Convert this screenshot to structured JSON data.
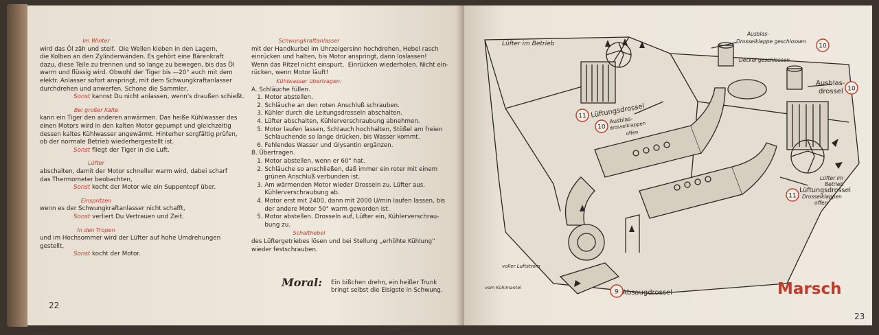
{
  "left_page": {
    "page_number": "22",
    "col1": [
      {
        "type": "head",
        "text": "Im Winter"
      },
      {
        "type": "line",
        "text": "wird das Öl zäh und steif.  Die Wellen kleben in den Lagern,"
      },
      {
        "type": "line",
        "text": "die Kolben an den Zylinderwänden. Es gehört eine Bärenkraft"
      },
      {
        "type": "line",
        "text": "dazu, diese Teile zu trennen und so lange zu bewegen, bis das Öl"
      },
      {
        "type": "line",
        "text": "warm und flüssig wird. Obwohl der Tiger bis —20° auch mit dem"
      },
      {
        "type": "line",
        "text": "elektr. Anlasser sofort anspringt, mit dem Schwungkraftanlasser"
      },
      {
        "type": "line",
        "text": "durchdrehen und anwerfen. Schone die Sammler,"
      },
      {
        "type": "sonst",
        "prefix": "Sonst",
        "text": "kannst Du nicht anlassen, wenn's draußen schießt."
      },
      {
        "type": "head",
        "text": "Bei großer Kälte"
      },
      {
        "type": "line",
        "text": "kann ein Tiger den anderen anwärmen. Das heiße Kühlwasser des"
      },
      {
        "type": "line",
        "text": "einen Motors wird in den kalten Motor gepumpt und gleichzeitig"
      },
      {
        "type": "line",
        "text": "dessen kaltes Kühlwasser angewärmt. Hinterher sorgfältig prüfen,"
      },
      {
        "type": "line",
        "text": "ob der normale Betrieb wiederhergestellt ist."
      },
      {
        "type": "sonst",
        "prefix": "Sonst",
        "text": "fliegt der Tiger in die Luft."
      },
      {
        "type": "head",
        "text": "Lüfter"
      },
      {
        "type": "line",
        "text": "abschalten, damit der Motor schneller warm wird, dabei scharf"
      },
      {
        "type": "line",
        "text": "das Thermometer beobachten,"
      },
      {
        "type": "sonst",
        "prefix": "Sonst",
        "text": "kocht der Motor wie ein Suppentopf über."
      },
      {
        "type": "head",
        "text": "Einspritzen"
      },
      {
        "type": "line",
        "text": "wenn es der Schwungkraftanlasser nicht schafft,"
      },
      {
        "type": "sonst",
        "prefix": "Sonst",
        "text": "verliert Du Vertrauen und Zeit."
      },
      {
        "type": "head",
        "text": "In den Tropen"
      },
      {
        "type": "line",
        "text": "und im Hochsommer wird der Lüfter auf hohe Umdrehungen"
      },
      {
        "type": "line",
        "text": "gestellt,"
      },
      {
        "type": "sonst",
        "prefix": "Sonst",
        "text": "kocht der Motor."
      }
    ],
    "col2": [
      {
        "type": "head",
        "text": "Schwungkraftanlasser"
      },
      {
        "type": "line",
        "text": "mit der Handkurbel im Uhrzeigersinn hochdrehen, Hebel rasch"
      },
      {
        "type": "line",
        "text": "einrücken und halten, bis Motor anspringt, dann loslassen!"
      },
      {
        "type": "line",
        "text": "Wenn das Ritzel nicht einspurt,  Einrücken wiederholen. Nicht ein-"
      },
      {
        "type": "line",
        "text": "rücken, wenn Motor läuft!"
      },
      {
        "type": "head",
        "text": "Kühlwasser übertragen:"
      },
      {
        "type": "line",
        "text": "A. Schläuche füllen."
      },
      {
        "type": "line",
        "text": "   1. Motor abstellen."
      },
      {
        "type": "line",
        "text": "   2. Schläuche an den roten Anschluß schrauben."
      },
      {
        "type": "line",
        "text": "   3. Kühler durch die Leitungsdrosseln abschalten."
      },
      {
        "type": "line",
        "text": "   4. Lüfter abschalten, Kühlerverschraubung abnehmen."
      },
      {
        "type": "line",
        "text": "   5. Motor laufen lassen, Schlauch hochhalten, Stößel am freien"
      },
      {
        "type": "line",
        "text": "       Schlauchende so lange drücken, bis Wasser kommt."
      },
      {
        "type": "line",
        "text": "   6. Fehlendes Wasser und Glysantin ergänzen."
      },
      {
        "type": "line",
        "text": "B. Übertragen."
      },
      {
        "type": "line",
        "text": "   1. Motor abstellen, wenn er 60° hat."
      },
      {
        "type": "line",
        "text": "   2. Schläuche so anschließen, daß immer ein roter mit einem"
      },
      {
        "type": "line",
        "text": "       grünen Anschluß verbunden ist."
      },
      {
        "type": "line",
        "text": "   3. Am wärmenden Motor wieder Drosseln zu. Lüfter aus."
      },
      {
        "type": "line",
        "text": "       Kühlerverschraubung ab."
      },
      {
        "type": "line",
        "text": "   4. Motor erst mit 2400, dann mit 2000 U/min laufen lassen, bis"
      },
      {
        "type": "line",
        "text": "       der andere Motor 50° warm geworden ist."
      },
      {
        "type": "line",
        "text": "   5. Motor abstellen. Drosseln auf, Lüfter ein, Kühlerverschrau-"
      },
      {
        "type": "line",
        "text": "       bung zu."
      },
      {
        "type": "head",
        "text": "Schalthebel"
      },
      {
        "type": "line",
        "text": "des Lüftergetriebes lösen und bei Stellung „erhöhte Kühlung''"
      },
      {
        "type": "line",
        "text": "wieder festschrauben."
      }
    ],
    "moral_label": "Moral:",
    "moral_line1": "Ein bißchen drehn, ein heißer Trunk",
    "moral_line2": "bringt selbst die Eisigste in Schwung."
  },
  "right_page": {
    "page_number": "23",
    "title": "Marsch",
    "labels": {
      "luefter_betrieb_top": "Lüfter im Betrieb",
      "ausblas_top": "Ausblas-",
      "drosselklappe": "Drosselklappe geschlossen",
      "deckel": "Deckel geschlossen",
      "ausblas_drossel_1": "Ausblas-",
      "ausblas_drossel_2": "drossel",
      "lueftungsdrossel": "Lüftungsdrossel",
      "ausblas_klappen_1": "Ausblas-",
      "ausblas_klappen_2": "drosselklappen",
      "ausblas_klappen_3": "offen",
      "luefter_betrieb_right_1": "Lüfter im",
      "luefter_betrieb_right_2": "Betrieb",
      "lueftungsdrossel_right": "Lüftungsdrossel",
      "drosselklappen_right_1": "Drosselklappen",
      "drosselklappen_right_2": "offen",
      "voller_luftstrom": "voller Luftstrom",
      "vom_kuehlmantel": "vom Kühlmantel",
      "absaugdrossel": "Absaugdrossel",
      "num10": "10",
      "num11": "11",
      "num9": "9"
    }
  }
}
